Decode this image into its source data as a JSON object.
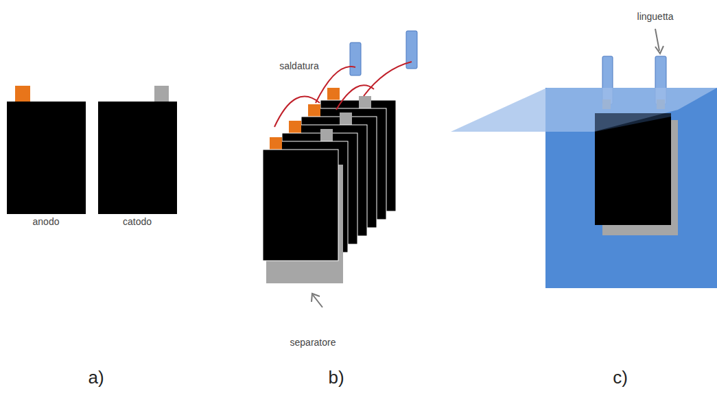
{
  "diagram": {
    "labels": [
      "anodo",
      "catodo",
      "saldatura",
      "separatore",
      "linguetta",
      "a)",
      "b)",
      "c)"
    ]
  }
}
